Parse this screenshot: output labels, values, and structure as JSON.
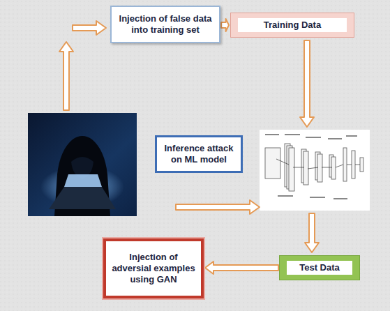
{
  "diagram": {
    "nodes": [
      {
        "text": [
          "Injection of false data into training set"
        ]
      },
      {
        "text": [
          "Training Data"
        ]
      },
      {
        "text": [
          "Inference attack on ML model"
        ]
      },
      {
        "text": [
          "Test Data"
        ]
      },
      {
        "text": [
          "Injection of adversial examples using GAN"
        ]
      }
    ],
    "edges": [
      {
        "from": 0,
        "to": 1,
        "arrow": "to"
      },
      {
        "from": 3,
        "to": 4,
        "arrow": "to"
      }
    ]
  }
}
